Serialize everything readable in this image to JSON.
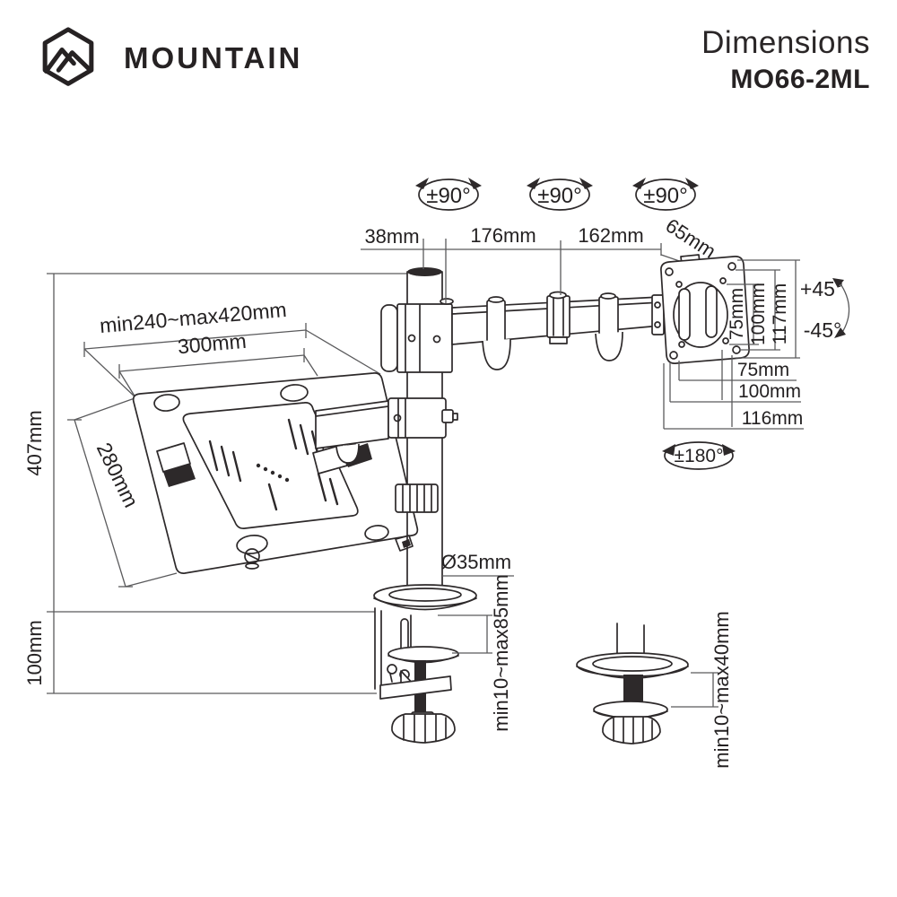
{
  "header": {
    "brand": "MOUNTAIN",
    "title": "Dimensions",
    "model": "MO66-2ML"
  },
  "labels": {
    "rot_joint1": "±90°",
    "rot_joint2": "±90°",
    "rot_joint3": "±90°",
    "dim_pole_offset": "38mm",
    "dim_arm1": "176mm",
    "dim_arm2": "162mm",
    "dim_vesa_offset": "65mm",
    "vesa_v_small": "75mm",
    "vesa_v_large": "100mm",
    "vesa_v_height": "117mm",
    "tilt_up": "+45°",
    "tilt_down": "-45°",
    "vesa_h_small": "75mm",
    "vesa_h_large": "100mm",
    "vesa_h_width": "116mm",
    "rot_vesa": "±180°",
    "tray_range": "min240~max420mm",
    "tray_width": "300mm",
    "tray_depth": "280mm",
    "pole_height": "407mm",
    "clamp_height": "100mm",
    "pole_diameter": "Ø35mm",
    "clamp_range": "min10~max85mm",
    "grommet_range": "min10~max40mm"
  },
  "colors": {
    "ink": "#2d292a",
    "dimline": "#5a5a5c",
    "background": "#ffffff"
  }
}
